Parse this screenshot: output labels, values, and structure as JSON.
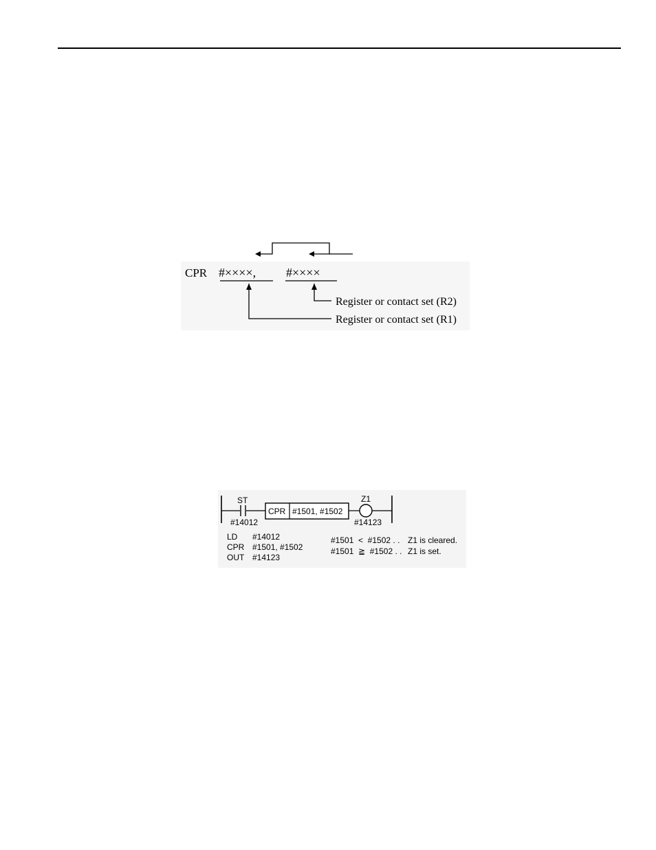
{
  "format_figure": {
    "instruction": "CPR",
    "operand1": "#××××,",
    "operand2": "#××××",
    "label_r2": "Register or contact set (R2)",
    "label_r1": "Register or contact set (R1)"
  },
  "ladder_figure": {
    "contact_label": "ST",
    "contact_address": "#14012",
    "box_instruction": "CPR",
    "box_operands": "#1501, #1502",
    "coil_label": "Z1",
    "coil_address": "#14123",
    "program": [
      {
        "op": "LD",
        "arg": "#14012"
      },
      {
        "op": "CPR",
        "arg": "#1501, #1502"
      },
      {
        "op": "OUT",
        "arg": "#14123"
      }
    ],
    "conditions": [
      {
        "expr": "#1501  <  #1502 . .",
        "result": "Z1 is cleared."
      },
      {
        "expr": "#1501  ≧  #1502 . .",
        "result": "Z1 is set."
      }
    ]
  }
}
